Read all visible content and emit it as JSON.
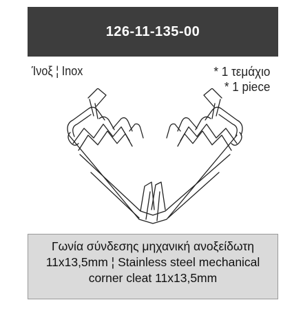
{
  "product": {
    "code": "126-11-135-00",
    "material": "Ίνοξ ¦ Inox",
    "quantity_gr": "* 1 τεμάχιο",
    "quantity_en": "* 1 piece",
    "description": "Γωνία σύνδεσης μηχανική ανοξείδωτη 11x13,5mm ¦ Stainless steel mechanical corner cleat 11x13,5mm"
  },
  "illustration": {
    "icon": "corner-cleat-icon",
    "stroke_color": "#222222"
  },
  "colors": {
    "header_bg": "#3d3d3d",
    "header_text": "#ffffff",
    "footer_bg": "#dadada"
  }
}
